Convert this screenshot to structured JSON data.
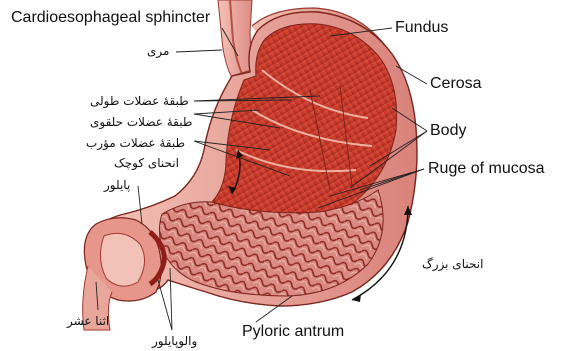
{
  "labels": {
    "cardio": "Cardioesophageal sphincter",
    "fundus": "Fundus",
    "cerosa": "Cerosa",
    "body": "Body",
    "ruge": "Ruge of mucosa",
    "pyloric_antrum": "Pyloric antrum",
    "mari": "مری",
    "longitudinal": "طبقهٔ عضلات طولی",
    "circular": "طبقهٔ عضلات حلقوی",
    "oblique": "طبقهٔ عضلات مؤرب",
    "lesser_curvature": "انحنای کوچک",
    "pylorus": "پایلور",
    "greater_curvature": "انحنای بزرگ",
    "duodenum": "اثنا عشر",
    "pyloric_valve": "والوپایلور"
  },
  "colors": {
    "muscle": "#c73a2c",
    "muscle_dark": "#8e1e17",
    "mucosa": "#d77c75",
    "mucosa_light": "#f2c1b8",
    "serosa": "#e9a79c",
    "line": "#222222"
  }
}
